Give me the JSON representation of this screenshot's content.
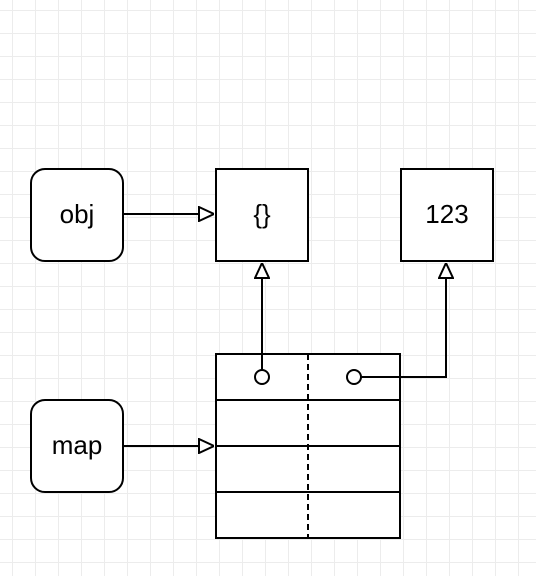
{
  "diagram": {
    "nodes": {
      "obj_label": "obj",
      "object_value": "{}",
      "number_value": "123",
      "map_label": "map"
    },
    "colors": {
      "stroke": "#000000",
      "fill": "#ffffff",
      "grid": "#ececec"
    }
  }
}
